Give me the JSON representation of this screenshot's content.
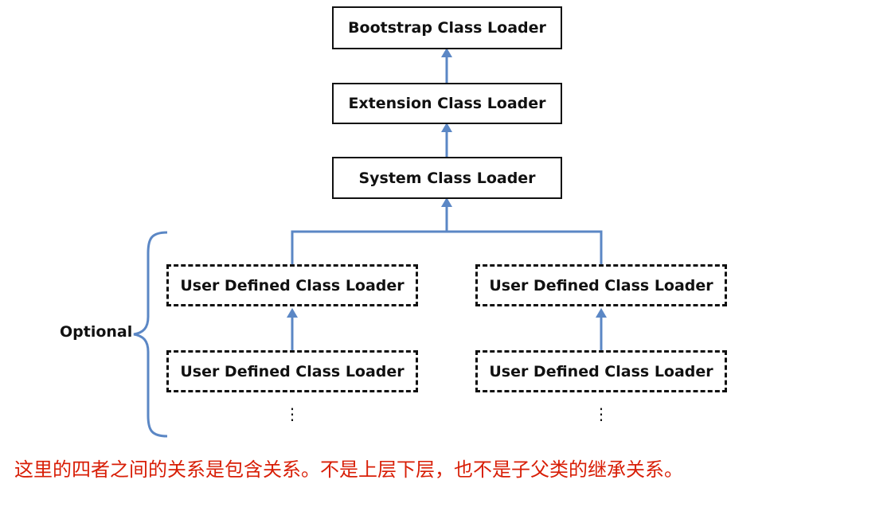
{
  "diagram": {
    "nodes": {
      "bootstrap": "Bootstrap Class Loader",
      "extension": "Extension Class Loader",
      "system": "System Class Loader",
      "user_left_top": "User Defined Class Loader",
      "user_left_bottom": "User Defined Class Loader",
      "user_right_top": "User Defined Class Loader",
      "user_right_bottom": "User Defined Class Loader"
    },
    "ellipsis_left": "⋮",
    "ellipsis_right": "⋮",
    "optional_label": "Optional",
    "colors": {
      "arrow": "#5b87c5",
      "box_border": "#111111",
      "caption": "#d81e06"
    }
  },
  "caption": "这里的四者之间的关系是包含关系。不是上层下层，也不是子父类的继承关系。"
}
